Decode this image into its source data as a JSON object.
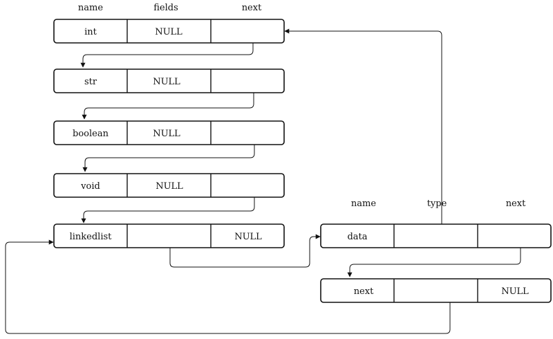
{
  "headers": {
    "left": [
      "name",
      "fields",
      "next"
    ],
    "right": [
      "name",
      "type",
      "next"
    ]
  },
  "records": [
    {
      "id": "int",
      "cells": [
        "int",
        "NULL",
        ""
      ]
    },
    {
      "id": "str",
      "cells": [
        "str",
        "NULL",
        ""
      ]
    },
    {
      "id": "boolean",
      "cells": [
        "boolean",
        "NULL",
        ""
      ]
    },
    {
      "id": "void",
      "cells": [
        "void",
        "NULL",
        ""
      ]
    },
    {
      "id": "linkedlist",
      "cells": [
        "linkedlist",
        "",
        "NULL"
      ]
    },
    {
      "id": "data",
      "cells": [
        "data",
        "",
        ""
      ]
    },
    {
      "id": "next",
      "cells": [
        "next",
        "",
        "NULL"
      ]
    }
  ],
  "connections": [
    {
      "from": "int",
      "to": "str"
    },
    {
      "from": "str",
      "to": "boolean"
    },
    {
      "from": "boolean",
      "to": "void"
    },
    {
      "from": "void",
      "to": "linkedlist"
    },
    {
      "from": "linkedlist",
      "to": "data"
    },
    {
      "from": "data",
      "to": "next"
    },
    {
      "from": "data",
      "to": "int"
    },
    {
      "from": "next",
      "to": "linkedlist"
    }
  ],
  "colors": {
    "stroke": "#111111",
    "background": "#ffffff"
  }
}
